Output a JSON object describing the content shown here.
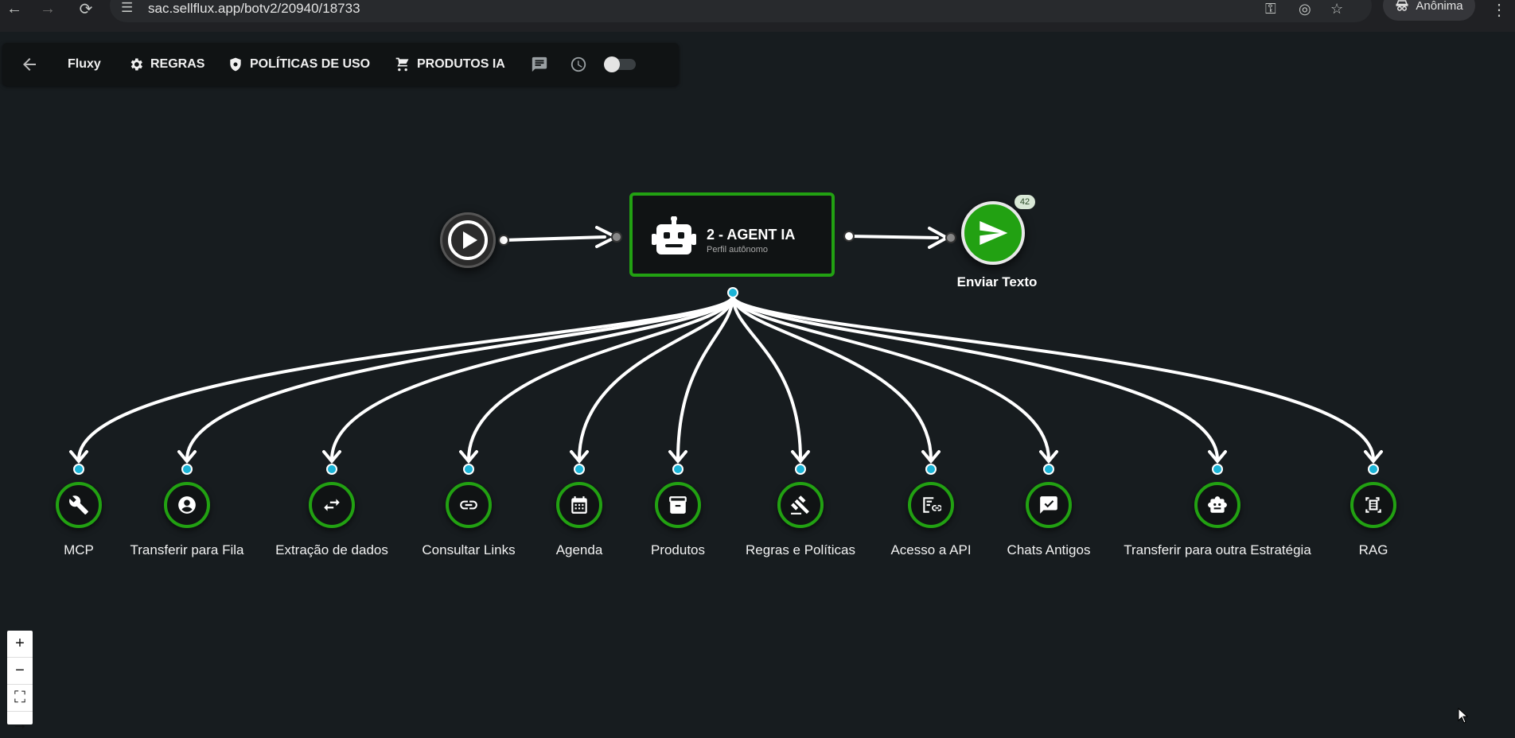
{
  "browser": {
    "url": "sac.sellflux.app/botv2/20940/18733",
    "profile_label": "Anônima"
  },
  "toolbar": {
    "brand": "Fluxy",
    "rules_label": "REGRAS",
    "policies_label": "POLÍTICAS DE USO",
    "products_label": "PRODUTOS IA"
  },
  "flow": {
    "agent_title": "2 - AGENT IA",
    "agent_subtitle": "Perfil autônomo",
    "send_label": "Enviar Texto",
    "send_badge": "42",
    "tools": [
      {
        "label": "MCP",
        "icon": "wrench-icon"
      },
      {
        "label": "Transferir para Fila",
        "icon": "user-icon"
      },
      {
        "label": "Extração de dados",
        "icon": "swap-icon"
      },
      {
        "label": "Consultar Links",
        "icon": "link-icon"
      },
      {
        "label": "Agenda",
        "icon": "calendar-icon"
      },
      {
        "label": "Produtos",
        "icon": "archive-icon"
      },
      {
        "label": "Regras e Políticas",
        "icon": "gavel-icon"
      },
      {
        "label": "Acesso a API",
        "icon": "api-icon"
      },
      {
        "label": "Chats Antigos",
        "icon": "chat-check-icon"
      },
      {
        "label": "Transferir para outra Estratégia",
        "icon": "robot-icon"
      },
      {
        "label": "RAG",
        "icon": "document-scan-icon"
      }
    ]
  },
  "colors": {
    "background": "#171c1f",
    "accent_green": "#22a112",
    "handle_blue": "#1ab3d6"
  }
}
